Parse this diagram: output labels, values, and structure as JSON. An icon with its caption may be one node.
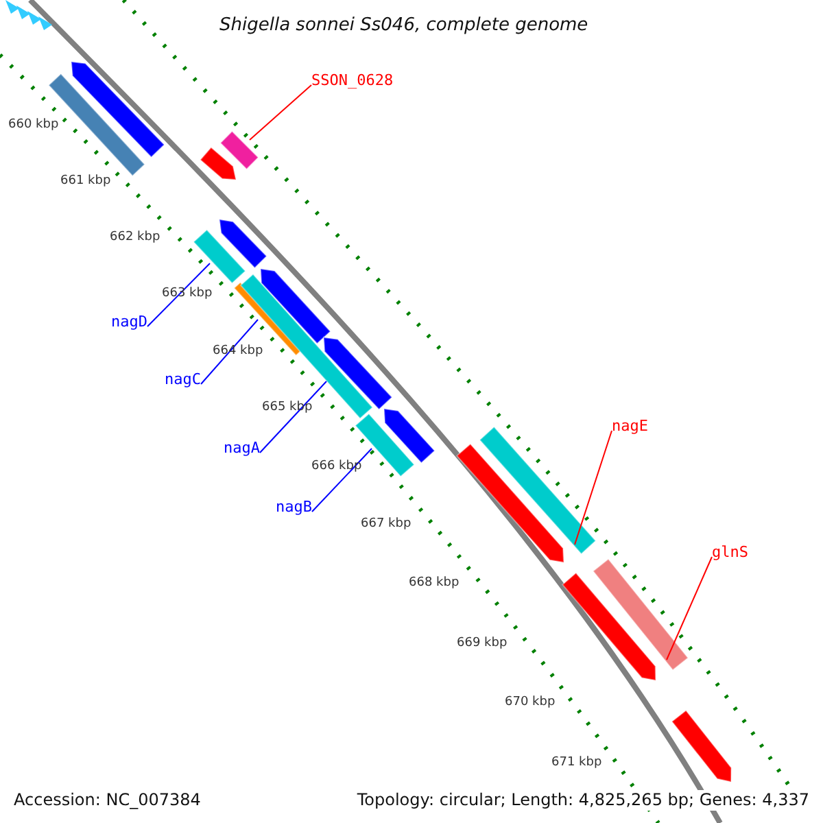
{
  "diagram": {
    "title": "Shigella sonnei Ss046, complete genome",
    "nodes": [
      {
        "text": [
          "SSON_0628"
        ]
      },
      {
        "text": [],
        "shape": "bar"
      },
      {
        "text": [
          "nagD"
        ]
      },
      {
        "text": [],
        "shape": "bar"
      },
      {
        "text": [
          "nagC"
        ]
      },
      {
        "text": [],
        "shape": "bar"
      },
      {
        "text": [
          "nagA"
        ]
      },
      {
        "text": [],
        "shape": "bar"
      },
      {
        "text": [
          "nagB"
        ]
      },
      {
        "text": [],
        "shape": "bar"
      },
      {
        "text": [
          "nagE"
        ]
      },
      {
        "text": [],
        "shape": "bar"
      },
      {
        "text": [
          "glnS"
        ]
      },
      {
        "text": [],
        "shape": "bar"
      },
      {
        "text": [],
        "shape": "bar"
      },
      {
        "text": [],
        "shape": "bar"
      },
      {
        "text": [],
        "shape": "bar"
      },
      {
        "text": [],
        "shape": "bar"
      },
      {
        "text": [],
        "shape": "bar"
      },
      {
        "text": [],
        "shape": "bar"
      },
      {
        "text": [],
        "shape": "bar"
      },
      {
        "text": [],
        "shape": "bar"
      },
      {
        "text": [],
        "shape": "bar"
      },
      {
        "text": [],
        "shape": "bar"
      }
    ],
    "edges": [
      {
        "from": 0,
        "to": 1,
        "arrow": "none",
        "color": "#ff0000"
      },
      {
        "from": 2,
        "to": 3,
        "arrow": "none"
      },
      {
        "from": 4,
        "to": 5,
        "arrow": "none"
      },
      {
        "from": 6,
        "to": 7,
        "arrow": "none"
      },
      {
        "from": 8,
        "to": 9,
        "arrow": "none"
      },
      {
        "from": 10,
        "to": 11,
        "arrow": "none",
        "color": "#ff0000"
      },
      {
        "from": 12,
        "to": 13,
        "arrow": "none",
        "color": "#ff0000"
      }
    ],
    "labels": [
      "660 kbp",
      "661 kbp",
      "662 kbp",
      "663 kbp",
      "664 kbp",
      "665 kbp",
      "666 kbp",
      "667 kbp",
      "668 kbp",
      "669 kbp",
      "670 kbp",
      "671 kbp",
      "Accession: NC_007384",
      "Topology: circular; Length: 4,825,265 bp; Genes: 4,337"
    ]
  }
}
